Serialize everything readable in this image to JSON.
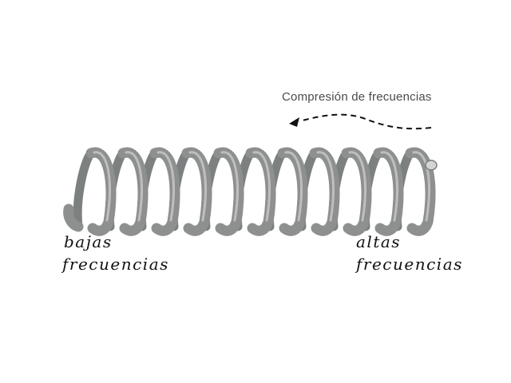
{
  "arrow": {
    "label": "Compresión de frecuencias"
  },
  "labels": {
    "low_line1": "bajas",
    "low_line2": "frecuencias",
    "high_line1": "altas",
    "high_line2": "frecuencias"
  },
  "spring": {
    "coil_count": 11,
    "color": "#8e9090",
    "highlight": "#c9cbcb",
    "shadow": "#5f6262"
  },
  "colors": {
    "background": "#ffffff",
    "text": "#4a4a4a",
    "handwriting": "#111111",
    "arrow": "#111111"
  }
}
